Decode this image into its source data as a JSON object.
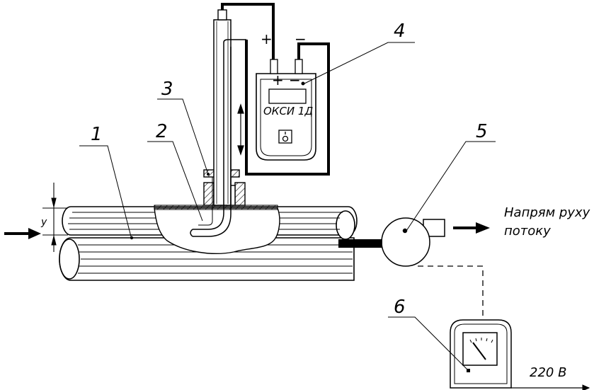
{
  "labels": {
    "pipe": "1",
    "probe": "2",
    "holder": "3",
    "meter": "4",
    "fan": "5",
    "regulator": "6"
  },
  "device_name": "ОКСИ 1Д",
  "plus_sign": "+",
  "minus_sign": "−",
  "dimension_y": "y",
  "flow_text_line1": "Напрям руху",
  "flow_text_line2": "потоку",
  "voltage": "220 В"
}
